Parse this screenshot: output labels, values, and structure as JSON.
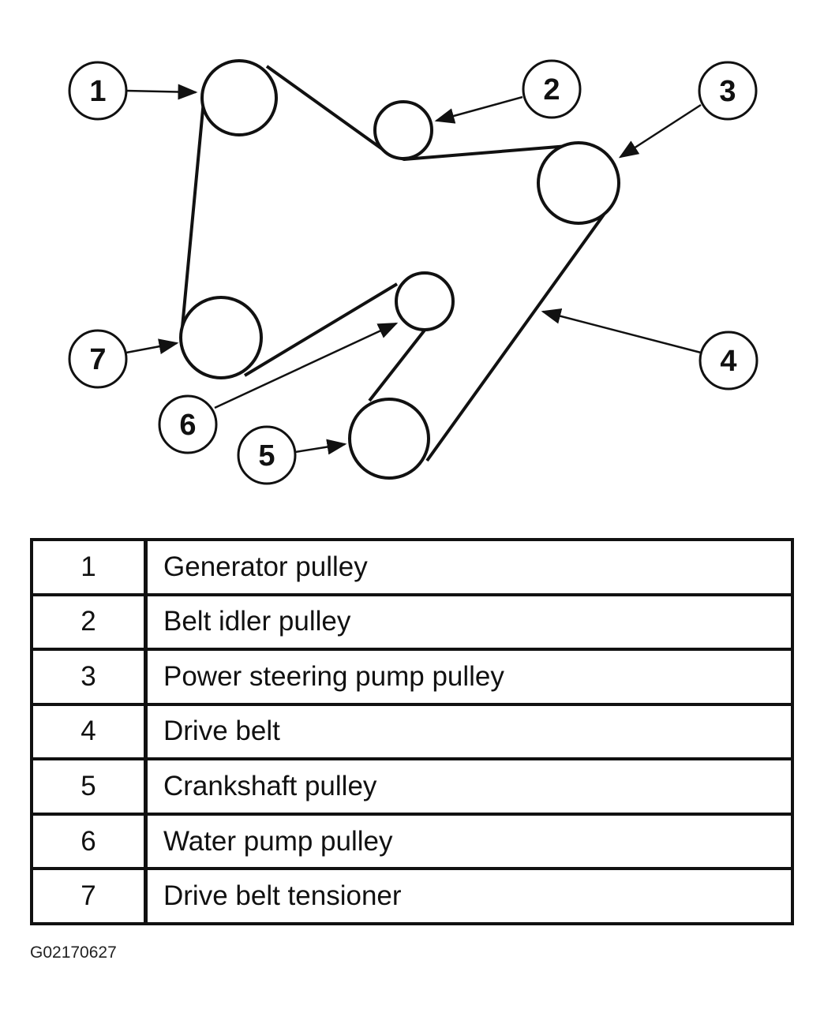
{
  "callouts": [
    {
      "number": "1",
      "target": "pulley-1"
    },
    {
      "number": "2",
      "target": "pulley-2"
    },
    {
      "number": "3",
      "target": "pulley-3"
    },
    {
      "number": "4",
      "target": "belt"
    },
    {
      "number": "5",
      "target": "pulley-5"
    },
    {
      "number": "6",
      "target": "pulley-6"
    },
    {
      "number": "7",
      "target": "pulley-7"
    }
  ],
  "legend": [
    {
      "number": "1",
      "label": "Generator pulley"
    },
    {
      "number": "2",
      "label": "Belt idler pulley"
    },
    {
      "number": "3",
      "label": "Power steering pump pulley"
    },
    {
      "number": "4",
      "label": "Drive belt"
    },
    {
      "number": "5",
      "label": "Crankshaft pulley"
    },
    {
      "number": "6",
      "label": "Water pump pulley"
    },
    {
      "number": "7",
      "label": "Drive belt tensioner"
    }
  ],
  "figure_code": "G02170627",
  "colors": {
    "line": "#111111",
    "background": "#ffffff"
  }
}
